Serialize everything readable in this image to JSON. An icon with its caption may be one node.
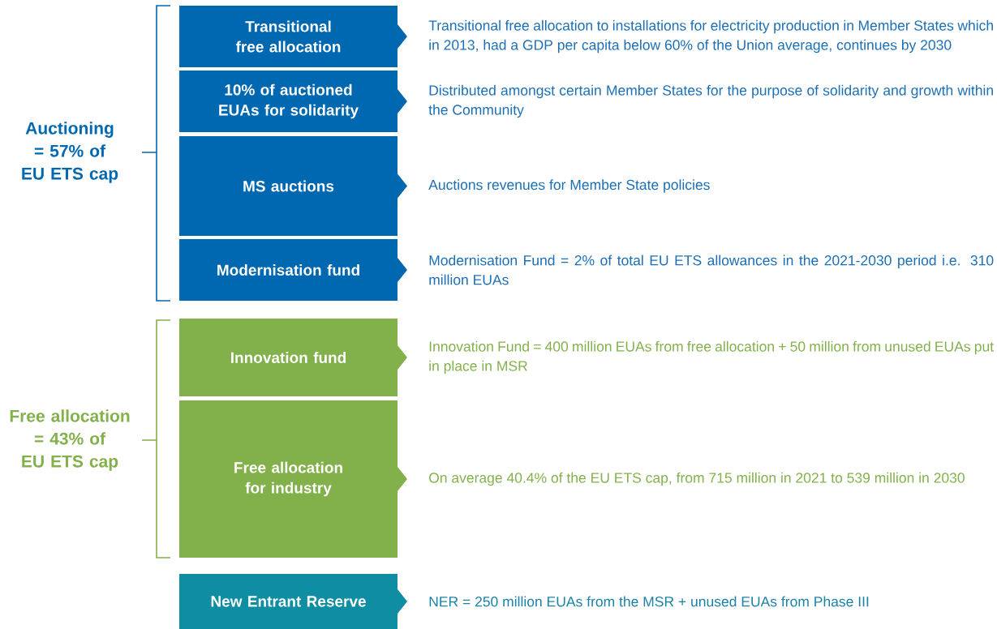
{
  "diagram": {
    "nodes": [
      {
        "text": [
          "Transitional free allocation"
        ],
        "beside": [
          "Transitional free allocation to installations for electricity production in Member States which in 2013, had a GDP per capita below 60% of the Union average, continues by 2030"
        ]
      },
      {
        "text": [
          "10% of auctioned EUAs for solidarity"
        ],
        "beside": [
          "Distributed amongst certain Member States for the purpose of solidarity and growth within the Community"
        ]
      },
      {
        "text": [
          "MS auctions"
        ],
        "beside": [
          "Auctions revenues for Member State policies"
        ]
      },
      {
        "text": [
          "Modernisation fund"
        ],
        "beside": [
          "Modernisation Fund = 2% of total EU ETS allowances in the 2021-2030 period i.e. 310 million EUAs"
        ]
      },
      {
        "text": [
          "Innovation fund"
        ],
        "beside": [
          "Innovation Fund = 400 million EUAs from free allocation + 50 million from unused EUAs put in place in MSR"
        ]
      },
      {
        "text": [
          "Free allocation for industry"
        ],
        "beside": [
          "On average 40.4% of the EU ETS cap, from 715 million in 2021 to 539 million in 2030"
        ]
      },
      {
        "text": [
          "New Entrant Reserve"
        ],
        "beside": [
          "NER = 250 million EUAs from the MSR + unused EUAs from Phase III"
        ]
      }
    ],
    "labels": [
      "Auctioning = 57% of EU ETS cap",
      "Free allocation = 43% of EU ETS cap"
    ]
  }
}
